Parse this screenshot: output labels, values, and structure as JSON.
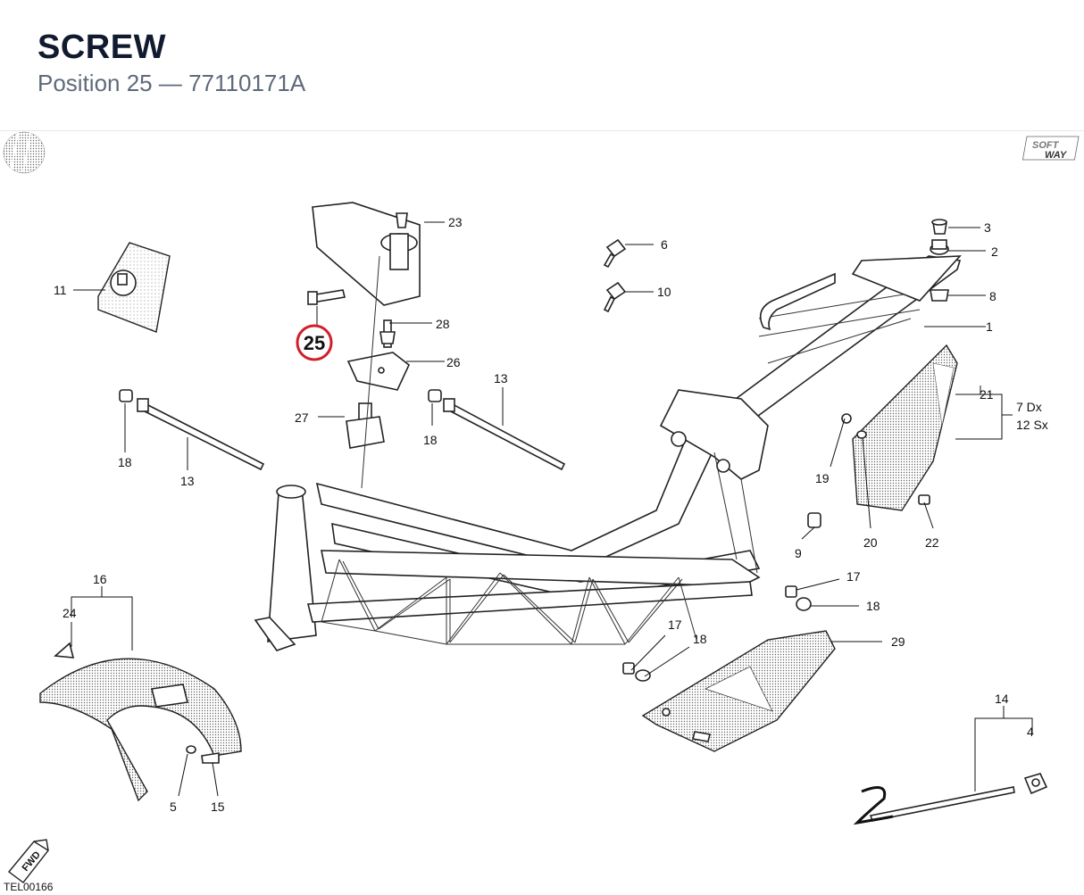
{
  "header": {
    "title": "SCREW",
    "subtitle": "Position 25 — 77110171A"
  },
  "diagram": {
    "highlight": {
      "label": "25",
      "color": "#d0202a"
    },
    "callouts": [
      {
        "id": "c1",
        "label": "1"
      },
      {
        "id": "c2",
        "label": "2"
      },
      {
        "id": "c3",
        "label": "3"
      },
      {
        "id": "c4",
        "label": "4"
      },
      {
        "id": "c5",
        "label": "5"
      },
      {
        "id": "c6",
        "label": "6"
      },
      {
        "id": "c7",
        "label": "7 Dx"
      },
      {
        "id": "c8",
        "label": "8"
      },
      {
        "id": "c9",
        "label": "9"
      },
      {
        "id": "c10",
        "label": "10"
      },
      {
        "id": "c11",
        "label": "11"
      },
      {
        "id": "c12",
        "label": "12 Sx"
      },
      {
        "id": "c13a",
        "label": "13"
      },
      {
        "id": "c13b",
        "label": "13"
      },
      {
        "id": "c14",
        "label": "14"
      },
      {
        "id": "c15",
        "label": "15"
      },
      {
        "id": "c16",
        "label": "16"
      },
      {
        "id": "c17a",
        "label": "17"
      },
      {
        "id": "c17b",
        "label": "17"
      },
      {
        "id": "c18a",
        "label": "18"
      },
      {
        "id": "c18b",
        "label": "18"
      },
      {
        "id": "c18c",
        "label": "18"
      },
      {
        "id": "c18d",
        "label": "18"
      },
      {
        "id": "c19",
        "label": "19"
      },
      {
        "id": "c20",
        "label": "20"
      },
      {
        "id": "c21",
        "label": "21"
      },
      {
        "id": "c22",
        "label": "22"
      },
      {
        "id": "c23",
        "label": "23"
      },
      {
        "id": "c24",
        "label": "24"
      },
      {
        "id": "c26",
        "label": "26"
      },
      {
        "id": "c27",
        "label": "27"
      },
      {
        "id": "c28",
        "label": "28"
      },
      {
        "id": "c29",
        "label": "29"
      }
    ],
    "brand_logo": "SOFT WAY",
    "fwd_badge": "FWD",
    "drawing_code": "TEL00166",
    "drawing_icon": "crosshatch-disc-icon"
  }
}
